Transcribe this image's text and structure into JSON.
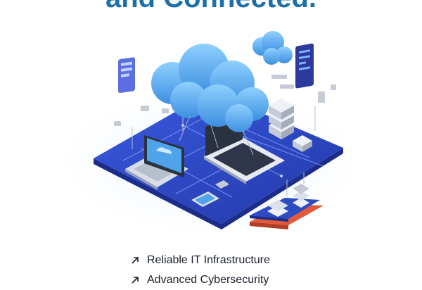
{
  "headline": {
    "text": "and Connected.",
    "color": "#1d6fa8"
  },
  "illustration": {
    "platform_color": "#2e4bc6",
    "cloud_color": "#5ab0ef",
    "dock_color": "#e25a3a",
    "icons": [
      "cloud-icon",
      "laptop-icon",
      "server-rack-icon",
      "phone-icon",
      "tablet-icon"
    ]
  },
  "features": [
    {
      "label": "Reliable IT Infrastructure",
      "icon": "arrow-up-right-icon"
    },
    {
      "label": "Advanced Cybersecurity",
      "icon": "arrow-up-right-icon"
    }
  ]
}
